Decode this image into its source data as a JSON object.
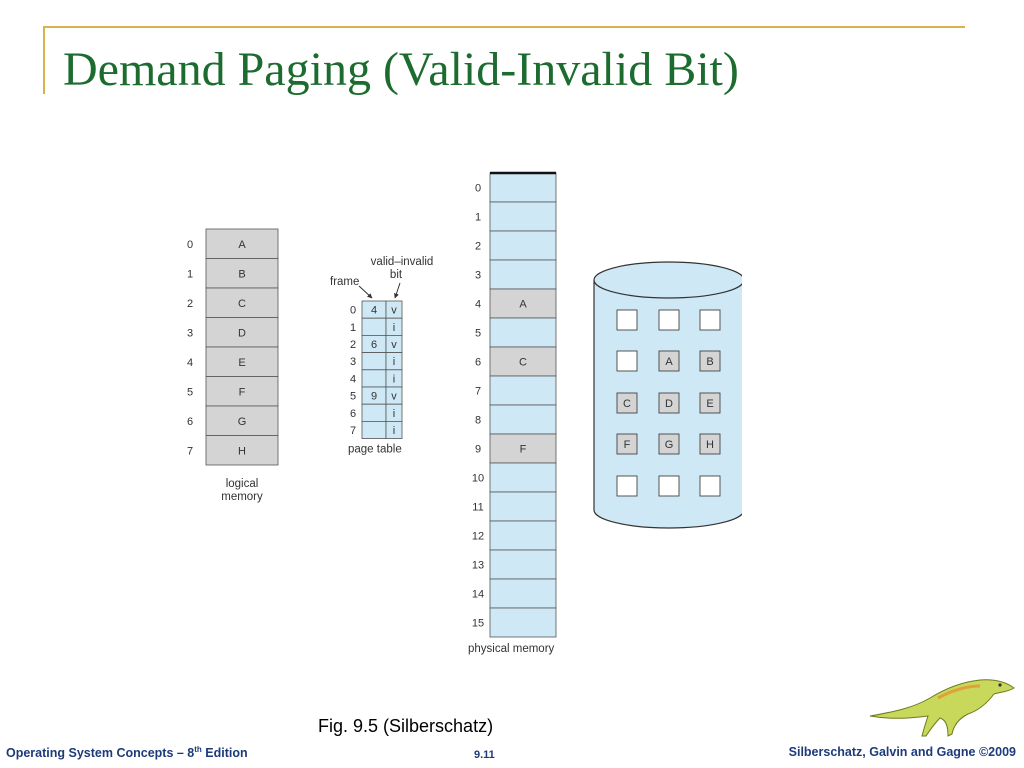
{
  "slide": {
    "title": "Demand Paging (Valid-Invalid Bit)",
    "caption": "Fig. 9.5 (Silberschatz)",
    "footer_left_pre": "Operating System Concepts – 8",
    "footer_left_sup": "th",
    "footer_left_post": " Edition",
    "footer_page": "9.11",
    "footer_right": "Silberschatz, Galvin and Gagne ©2009"
  },
  "logical_memory": {
    "label_line1": "logical",
    "label_line2": "memory",
    "pages": [
      {
        "index": "0",
        "label": "A"
      },
      {
        "index": "1",
        "label": "B"
      },
      {
        "index": "2",
        "label": "C"
      },
      {
        "index": "3",
        "label": "D"
      },
      {
        "index": "4",
        "label": "E"
      },
      {
        "index": "5",
        "label": "F"
      },
      {
        "index": "6",
        "label": "G"
      },
      {
        "index": "7",
        "label": "H"
      }
    ]
  },
  "page_table": {
    "frame_label": "frame",
    "valid_label_line1": "valid–invalid",
    "valid_label_line2": "bit",
    "label": "page table",
    "entries": [
      {
        "index": "0",
        "frame": "4",
        "bit": "v"
      },
      {
        "index": "1",
        "frame": "",
        "bit": "i"
      },
      {
        "index": "2",
        "frame": "6",
        "bit": "v"
      },
      {
        "index": "3",
        "frame": "",
        "bit": "i"
      },
      {
        "index": "4",
        "frame": "",
        "bit": "i"
      },
      {
        "index": "5",
        "frame": "9",
        "bit": "v"
      },
      {
        "index": "6",
        "frame": "",
        "bit": "i"
      },
      {
        "index": "7",
        "frame": "",
        "bit": "i"
      }
    ]
  },
  "physical_memory": {
    "label": "physical memory",
    "frames": [
      {
        "index": "0",
        "label": ""
      },
      {
        "index": "1",
        "label": ""
      },
      {
        "index": "2",
        "label": ""
      },
      {
        "index": "3",
        "label": ""
      },
      {
        "index": "4",
        "label": "A"
      },
      {
        "index": "5",
        "label": ""
      },
      {
        "index": "6",
        "label": "C"
      },
      {
        "index": "7",
        "label": ""
      },
      {
        "index": "8",
        "label": ""
      },
      {
        "index": "9",
        "label": "F"
      },
      {
        "index": "10",
        "label": ""
      },
      {
        "index": "11",
        "label": ""
      },
      {
        "index": "12",
        "label": ""
      },
      {
        "index": "13",
        "label": ""
      },
      {
        "index": "14",
        "label": ""
      },
      {
        "index": "15",
        "label": ""
      }
    ]
  },
  "disk": {
    "grid": [
      [
        "",
        "",
        ""
      ],
      [
        "",
        "A",
        "B"
      ],
      [
        "C",
        "D",
        "E"
      ],
      [
        "F",
        "G",
        "H"
      ],
      [
        "",
        "",
        ""
      ]
    ]
  },
  "colors": {
    "title": "#1c6b2f",
    "rule": "#d9b24a",
    "footer": "#1d3a7a",
    "gray_cell": "#d4d4d4",
    "blue_cell": "#cfe8f5",
    "stroke": "#555555"
  }
}
